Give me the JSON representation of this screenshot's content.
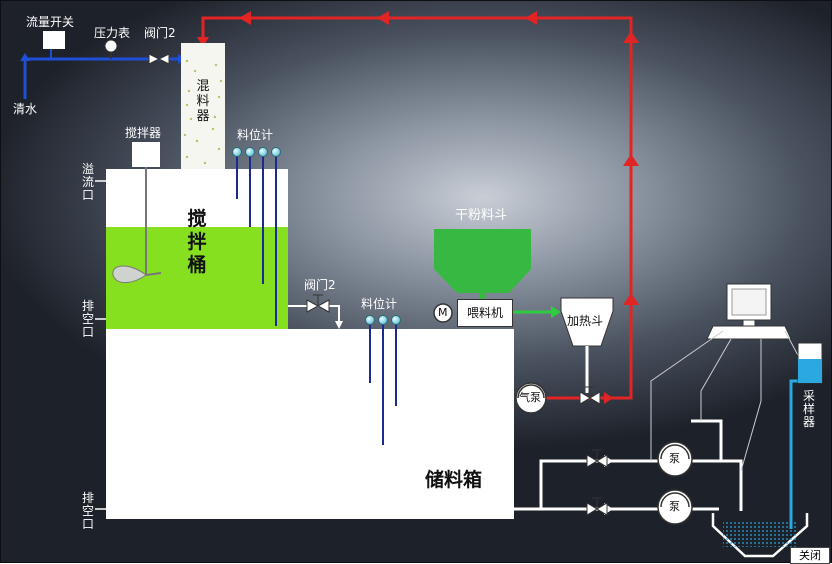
{
  "labels": {
    "flow_switch": "流量开关",
    "pressure_gauge": "压力表",
    "valve_top": "阀门2",
    "clean_water": "清水",
    "mixer": "混料器",
    "agitator": "搅拌器",
    "level_meter_1": "料位计",
    "overflow": "溢流口",
    "drain_1": "排空口",
    "mix_tank": "搅拌桶",
    "valve_mid": "阀门2",
    "level_meter_2": "料位计",
    "dry_hopper": "干粉料斗",
    "motor": "M",
    "feeder": "喂料机",
    "heater_hopper": "加热斗",
    "air_pump": "气泵",
    "storage_tank": "储料箱",
    "drain_2": "排空口",
    "pump_1": "泵",
    "pump_2": "泵",
    "sampler": "采样器",
    "close_button": "关闭"
  },
  "colors": {
    "slurry_green": "#86e01f",
    "hopper_green": "#37b843",
    "hot_line_red": "#e22424",
    "water_blue": "#1f4fd8",
    "sample_cyan": "#2aa8e0"
  }
}
